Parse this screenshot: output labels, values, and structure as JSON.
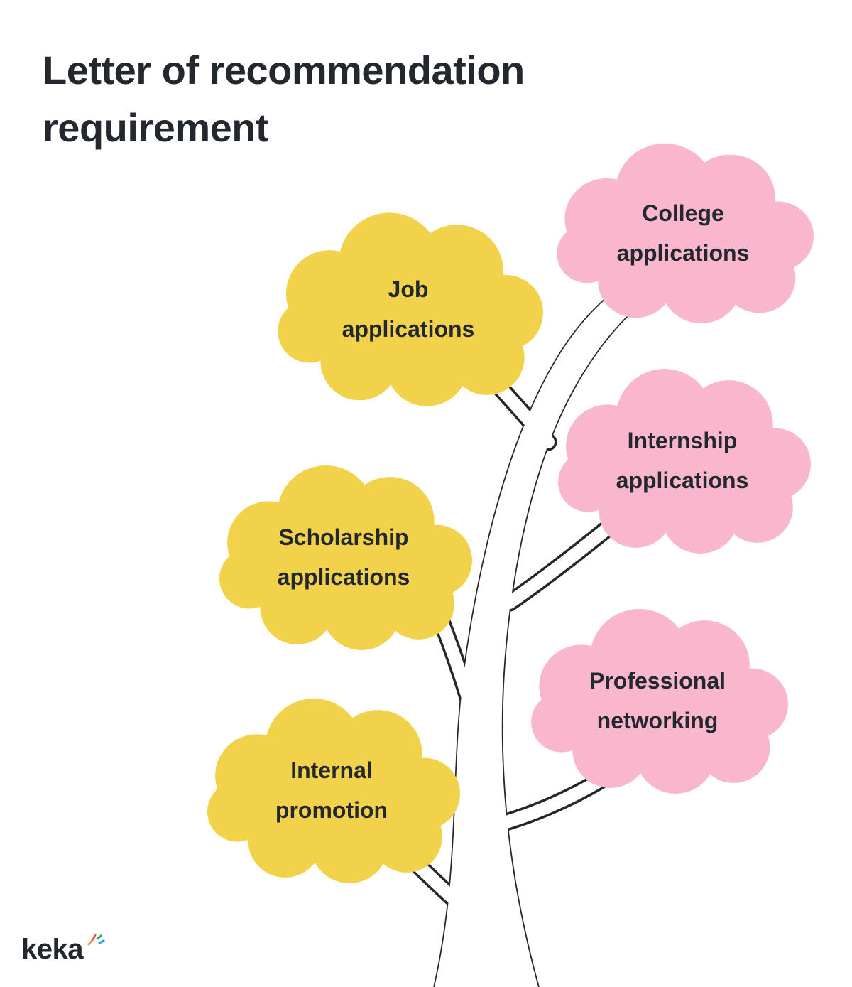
{
  "title": {
    "line1": "Letter of recommendation",
    "line2": "requirement"
  },
  "colors": {
    "yellow": "#F2D24B",
    "pink": "#F9B7CD",
    "ink": "#23272E"
  },
  "clouds": [
    {
      "name": "job-applications",
      "line1": "Job",
      "line2": "applications",
      "color": "yellow"
    },
    {
      "name": "college-applications",
      "line1": "College",
      "line2": "applications",
      "color": "pink"
    },
    {
      "name": "internship-applications",
      "line1": "Internship",
      "line2": "applications",
      "color": "pink"
    },
    {
      "name": "scholarship-applications",
      "line1": "Scholarship",
      "line2": "applications",
      "color": "yellow"
    },
    {
      "name": "professional-networking",
      "line1": "Professional",
      "line2": "networking",
      "color": "pink"
    },
    {
      "name": "internal-promotion",
      "line1": "Internal",
      "line2": "promotion",
      "color": "yellow"
    }
  ],
  "logo": {
    "text": "keka",
    "spark_colors": [
      "#F2994A",
      "#EB5757",
      "#27AE60",
      "#2D9CDB"
    ]
  }
}
